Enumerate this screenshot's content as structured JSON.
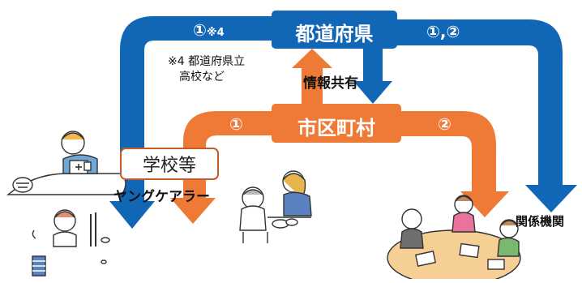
{
  "nodes": {
    "prefecture": "都道府県",
    "municipality": "市区町村",
    "school": "学校等",
    "young_carer": "ヤングケアラー",
    "related_agencies": "関係機関"
  },
  "flows": {
    "pref_left": "①",
    "pref_left_note_mark": "※4",
    "pref_right": "①,②",
    "muni_left": "①",
    "muni_right": "②",
    "info_share": "情報共有"
  },
  "footnote": {
    "line1": "※4 都道府県立",
    "line2": "高校など"
  },
  "colors": {
    "blue": "#1266b6",
    "orange": "#ee7a35"
  },
  "illustrations": [
    "sick-family-member-illustration",
    "child-caring-illustration",
    "young-carer-feeding-illustration",
    "meeting-illustration"
  ]
}
